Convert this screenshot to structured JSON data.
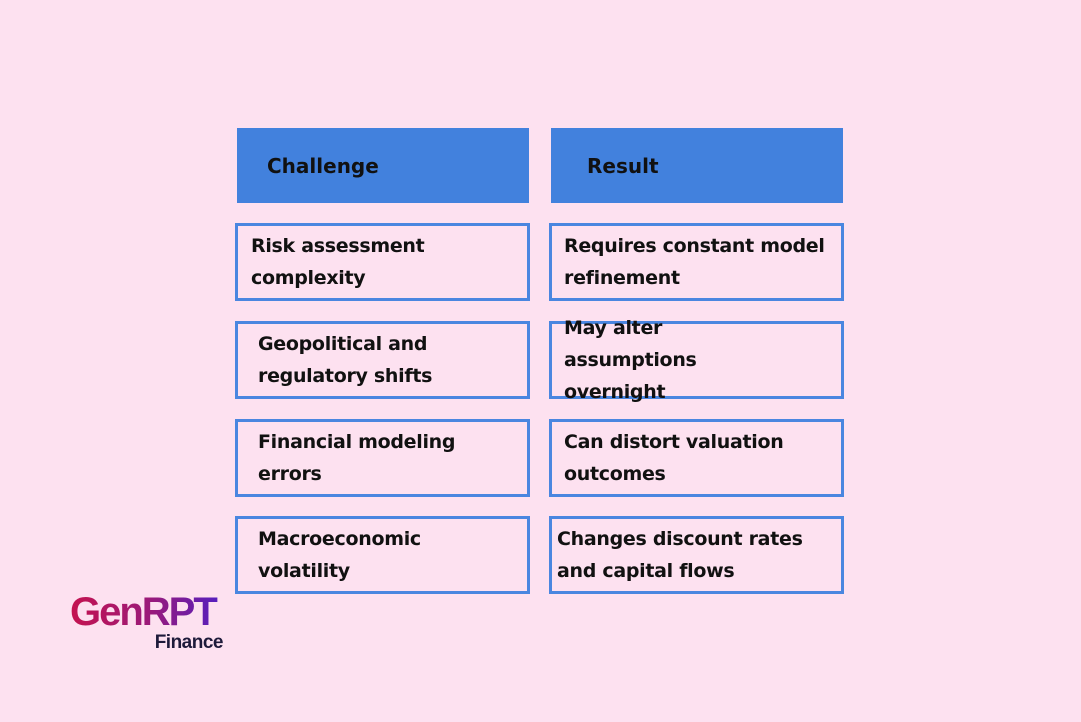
{
  "table": {
    "headers": [
      "Challenge",
      "Result"
    ],
    "colors": {
      "header_bg": "#4281dd",
      "cell_border": "#4a86e0",
      "page_bg": "#fde1f0"
    },
    "rows": [
      {
        "challenge": "Risk assessment complexity",
        "result": "Requires constant model refinement"
      },
      {
        "challenge": "Geopolitical and regulatory shifts",
        "result": "May alter assumptions overnight"
      },
      {
        "challenge": "Financial modeling errors",
        "result": "Can distort valuation outcomes"
      },
      {
        "challenge": "Macroeconomic volatility",
        "result": "Changes discount rates and capital flows"
      }
    ]
  },
  "logo": {
    "main": "GenRPT",
    "sub": "Finance"
  }
}
